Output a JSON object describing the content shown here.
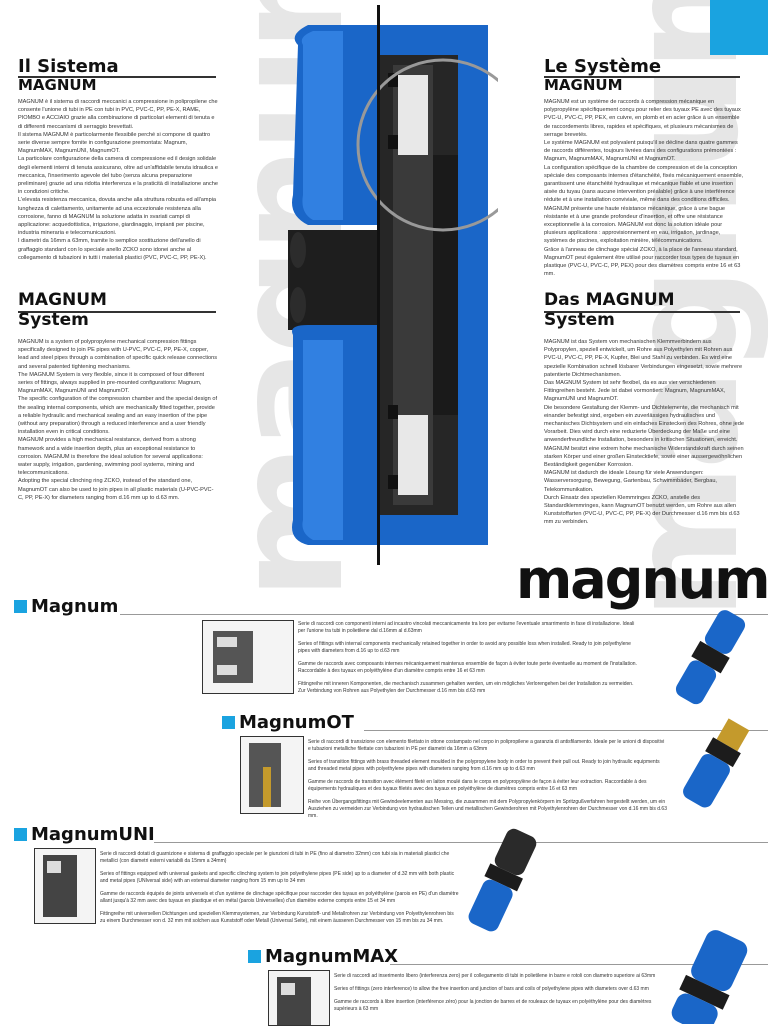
{
  "watermark": {
    "left": "magnum",
    "right": "magnum"
  },
  "logo": "magnum",
  "it_section": {
    "title_line1": "Il Sistema",
    "title_line2": "MAGNUM",
    "paragraphs": [
      "MAGNUM è il sistema di raccordi meccanici a compressione in polipropilene che consente l'unione di tubi in PE con tubi in PVC, PVC-C, PP, PE-X, RAME, PIOMBO e ACCIAIO grazie alla combinazione di particolari elementi di tenuta e di differenti meccanismi di serraggio brevettati.",
      "Il sistema MAGNUM è particolarmente flessibile perché si compone di quattro serie diverse sempre fornite in configurazione premontata: Magnum, MagnumMAX, MagnumUNI, MagnumOT.",
      "La particolare configurazione della camera di compressione ed il design solidale degli elementi interni di tenuta assicurano, oltre ad un'affidabile tenuta idraulica e meccanica, l'inserimento agevole del tubo (senza alcuna preparazione preliminare) grazie ad una ridotta interferenza e la praticità di installazione anche in condizioni critiche.",
      "L'elevata resistenza meccanica, dovuta anche alla struttura robusta ed all'ampia lunghezza di calettamento, unitamente ad una eccezionale resistenza alla corrosione, fanno di MAGNUM la soluzione adatta in svariati campi di applicazione: acquedottistica, irrigazione, giardinaggio, impianti per piscine, industria mineraria e telecomunicazioni.",
      "I diametri da 16mm a 63mm, tramite lo semplice sostituzione dell'anello di graffaggio standard con lo speciale anello ZCKO sono idonei anche al collegamento di tubazioni in tutti i materiali plastici (PVC, PVC-C, PP, PE-X)."
    ]
  },
  "fr_section": {
    "title_line1": "Le Système",
    "title_line2": "MAGNUM",
    "paragraphs": [
      "MAGNUM est un système de raccords à compression mécanique en polypropylène spécifiquement conçu pour relier des tuyaux PE avec des tuyaux PVC-U, PVC-C, PP, PEX, en cuivre, en plomb et en acier grâce à un ensemble de raccordements libres, rapides et spécifiques, et plusieurs mécanismes de serrage brevetés.",
      "Le système MAGNUM est polyvalent puisqu'il se décline dans quatre gammes de raccords différentes, toujours livrées dans des configurations prémontées : Magnum, MagnumMAX, MagnumUNI et MagnumOT.",
      "La configuration spécifique de la chambre de compression et de la conception spéciale des composants internes d'étanchéité, fixés mécaniquement ensemble, garantissent une étanchéité hydraulique et mécanique fiable et une insertion aisée du tuyau (sans aucune intervention préalable) grâce à une interférence réduite et à une installation conviviale, même dans des conditions difficiles.",
      "MAGNUM présente une haute résistance mécanique, grâce à une bague résistante et à une grande profondeur d'insertion, et offre une résistance exceptionnelle à la corrosion. MAGNUM est donc la solution idéale pour plusieurs applications : approvisionnement en eau, irrigation, jardinage, systèmes de piscines, exploitation minière, télécommunications.",
      "Grâce à l'anneau de clinchage spécial ZCKO, à la place de l'anneau standard, MagnumOT peut également être utilisé pour raccorder tous types de tuyaux en plastique (PVC-U, PVC-C, PP, PEX) pour des diamètres compris entre 16 et 63 mm."
    ]
  },
  "en_section": {
    "title_line1": "MAGNUM",
    "title_line2": "System",
    "paragraphs": [
      "MAGNUM is a system of polypropylene mechanical compression fittings specifically designed to join PE pipes with U-PVC, PVC-C, PP, PE-X, copper, lead and steel pipes through a combination of specific quick release connections and several patented tightening mechanisms.",
      "The MAGNUM System is very flexible, since it is composed of four different series of fittings, always supplied in pre-mounted configurations: Magnum, MagnumMAX, MagnumUNI and MagnumOT.",
      "The specific configuration of the compression chamber and the special design of the sealing internal components, which are mechanically fitted together, provide a reliable hydraulic and mechanical sealing and an easy insertion of the pipe (without any preparation) through a reduced interference and a user friendly installation even in critical conditions.",
      "MAGNUM provides a high mechanical resistance, derived from a strong framework and a wide insertion depth, plus an exceptional resistance to corrosion. MAGNUM is therefore the ideal solution for several applications: water supply, irrigation, gardening, swimming pool systems, mining and telecommunications.",
      "Adopting the special clinching ring ZCKO, instead of the standard one, MagnumOT can also be used to join pipes in all plastic materials (U-PVC-PVC-C, PP, PE-X) for diameters ranging from d.16 mm up to d.63 mm."
    ]
  },
  "de_section": {
    "title_line1": "Das MAGNUM",
    "title_line2": "System",
    "paragraphs": [
      "MAGNUM ist das System von mechanischen Klemmverbindern aus Polypropylen, speziell entwickelt, um Rohre aus Polyethylen mit Rohren aus PVC-U, PVC-C, PP, PE-X, Kupfer, Blei und Stahl zu verbinden. Es wird eine spezielle Kombination schnell lösbarer Verbindungen eingesetzt, sowie mehrere patentierte Dichtmechanismen.",
      "Das MAGNUM System ist sehr flexibel, da es aus vier verschiedenen Fittingreihen besteht. Jede ist dabei vormontiert: Magnum, MagnumMAX, MagnumUNI und MagnumOT.",
      "Die besondere Gestaltung der Klemm- und Dichtelemente, die mechanisch mit einander befestigt sind, ergeben ein zuverlässiges hydraulisches und mechanisches Dichtsystem und ein einfaches Einstecken des Rohres, ohne jede Vorarbeit. Dies wird durch eine reduzierte Überdeckung der Maße und eine anwenderfreundliche Installation, besonders in kritischen Situationen, erreicht.",
      "MAGNUM besitzt eine extrem hohe mechanische Widerstandskraft durch seinen starken Körper und einer großen Einstecktiefe, sowie einer aussergewöhnlichen Beständigkeit gegenüber Korrosion.",
      "MAGNUM ist dadurch die ideale Lösung für viele Anwendungen: Wasserversorgung, Bewegung, Gartenbau, Schwimmbäder, Bergbau, Telekommunikation.",
      "Durch Einsatz des speziellen Klemmringes ZCKO, anstelle des Standardklemmringes, kann MagnumOT benutzt werden, um Rohre aus allen Kunststoffarten (PVC-U, PVC-C, PP, PE-X) der Durchmesser d.16 mm bis d.63 mm zu verbinden."
    ]
  },
  "products": [
    {
      "title": "Magnum",
      "texts": [
        "Serie di raccordi con componenti interni ad incastro vincolati meccanicamente tra loro per evitarne l'eventuale smarrimento in fase di installazione. Ideali per l'unione tra tubi in polietilene dal d.16mm al d.63mm",
        "Series of fittings with internal components mechanically retained together in order to avoid any possible loss when installed. Ready to join polyethylene pipes with diameters from d.16 up to d.63 mm",
        "Gamme de raccords avec composants internes mécaniquement maintenus ensemble de façon à éviter toute perte éventuelle au moment de l'installation. Raccordable à des tuyaux en polyéthylène d'un diamètre compris entre 16 et 63 mm",
        "Fittingreihe mit inneren Komponenten, die mechanisch zusammen gehalten werden, um ein mögliches Verlorengehen bei der Installation zu vermeiden. Zur Verbindung von Rohren aus Polyethylen der Durchmesser d.16 mm bis d.63 mm"
      ]
    },
    {
      "title": "MagnumOT",
      "texts": [
        "Serie di raccordi di transizione con elemento filettato in ottone costampato nel corpo in polipropilene a garanzia di antisfilamento. Ideale per le unioni di dispositivi e tubazioni metalliche filettate con tubazioni in PE per diametri da 16mm a 63mm",
        "Series of transition fittings with brass threaded element moulded in the polypropylene body in order to prevent their pull out. Ready to join hydraulic equipments and threaded metal pipes with polyethylene pipes with diameters ranging from d.16 mm up to d.63 mm",
        "Gamme de raccords de transition avec élément fileté en laiton moulé dans le corps en polypropylène de façon à éviter leur extraction. Raccordable à des équipements hydrauliques et des tuyaux filetés avec des tuyaux en polyéthylène de diamètres compris entre 16 et 63 mm",
        "Reihe von Übergangsfittings mit Gewindeelementen aus Messing, die zusammen mit dem Polypropylenkörpern im Spritzgußverfahren hergestellt werden, um ein Ausziehen zu vermeiden zur Verbindung von hydraulischen Teilen und metallischen Gewinderohren mit Polyethylenrohren der Durchmesser von d.16 mm bis d.63 mm."
      ]
    },
    {
      "title": "MagnumUNI",
      "texts": [
        "Serie di raccordi dotati di guarnizione e sistema di graffaggio speciale per le giunzioni di tubi in PE (fino al diametro 32mm) con tubi sia in materiali plastici che metallici (con diametri esterni variabili da 15mm a 34mm)",
        "Series of fittings equipped with universal gaskets and specific clinching system to join polyethylene pipes (PE side) up to a diameter of d.32 mm with both plastic and metal pipes (UNIversal side) with an external diameter ranging from 15 mm up to 34 mm",
        "Gamme de raccords équipés de joints universels et d'un système de clinchage spécifique pour raccorder des tuyaux en polyéthylène (parois en PE) d'un diamètre allant jusqu'à 32 mm avec des tuyaux en plastique et en métal (parois Universelles) d'un diamètre externe compris entre 15 et 34 mm",
        "Fittingreihe mit universellen Dichtungen und speziellen Klemmsystemen, zur Verbindung Kunststoff- und Metallrohren zur Verbindung von Polyethylenrohren bis zu einem Durchmesser von d. 32 mm mit solchen aus Kunststoff oder Metall (Universal Seite), mit einem äusseren Durchmesser von 15 mm bis zu 34 mm."
      ]
    },
    {
      "title": "MagnumMAX",
      "texts": [
        "Serie di raccordi ad inserimento libero (interferenza zero) per il collegamento di tubi in polietilene in barre e rotoli con diametro superiore ai 63mm",
        "Series of fittings (zero interference) to allow the free insertion and junction of bars and coils of polyethylene pipes with diameters over d.63 mm",
        "Gamme de raccords à libre insertion (interférence zéro) pour la jonction de barres et de rouleaux de tuyaux en polyéthylène pour des diamètres supérieurs à 63 mm"
      ]
    }
  ],
  "colors": {
    "accent": "#1aa3e0",
    "fitting_blue": "#1a66c8",
    "fitting_dark": "#1c1c1c"
  }
}
